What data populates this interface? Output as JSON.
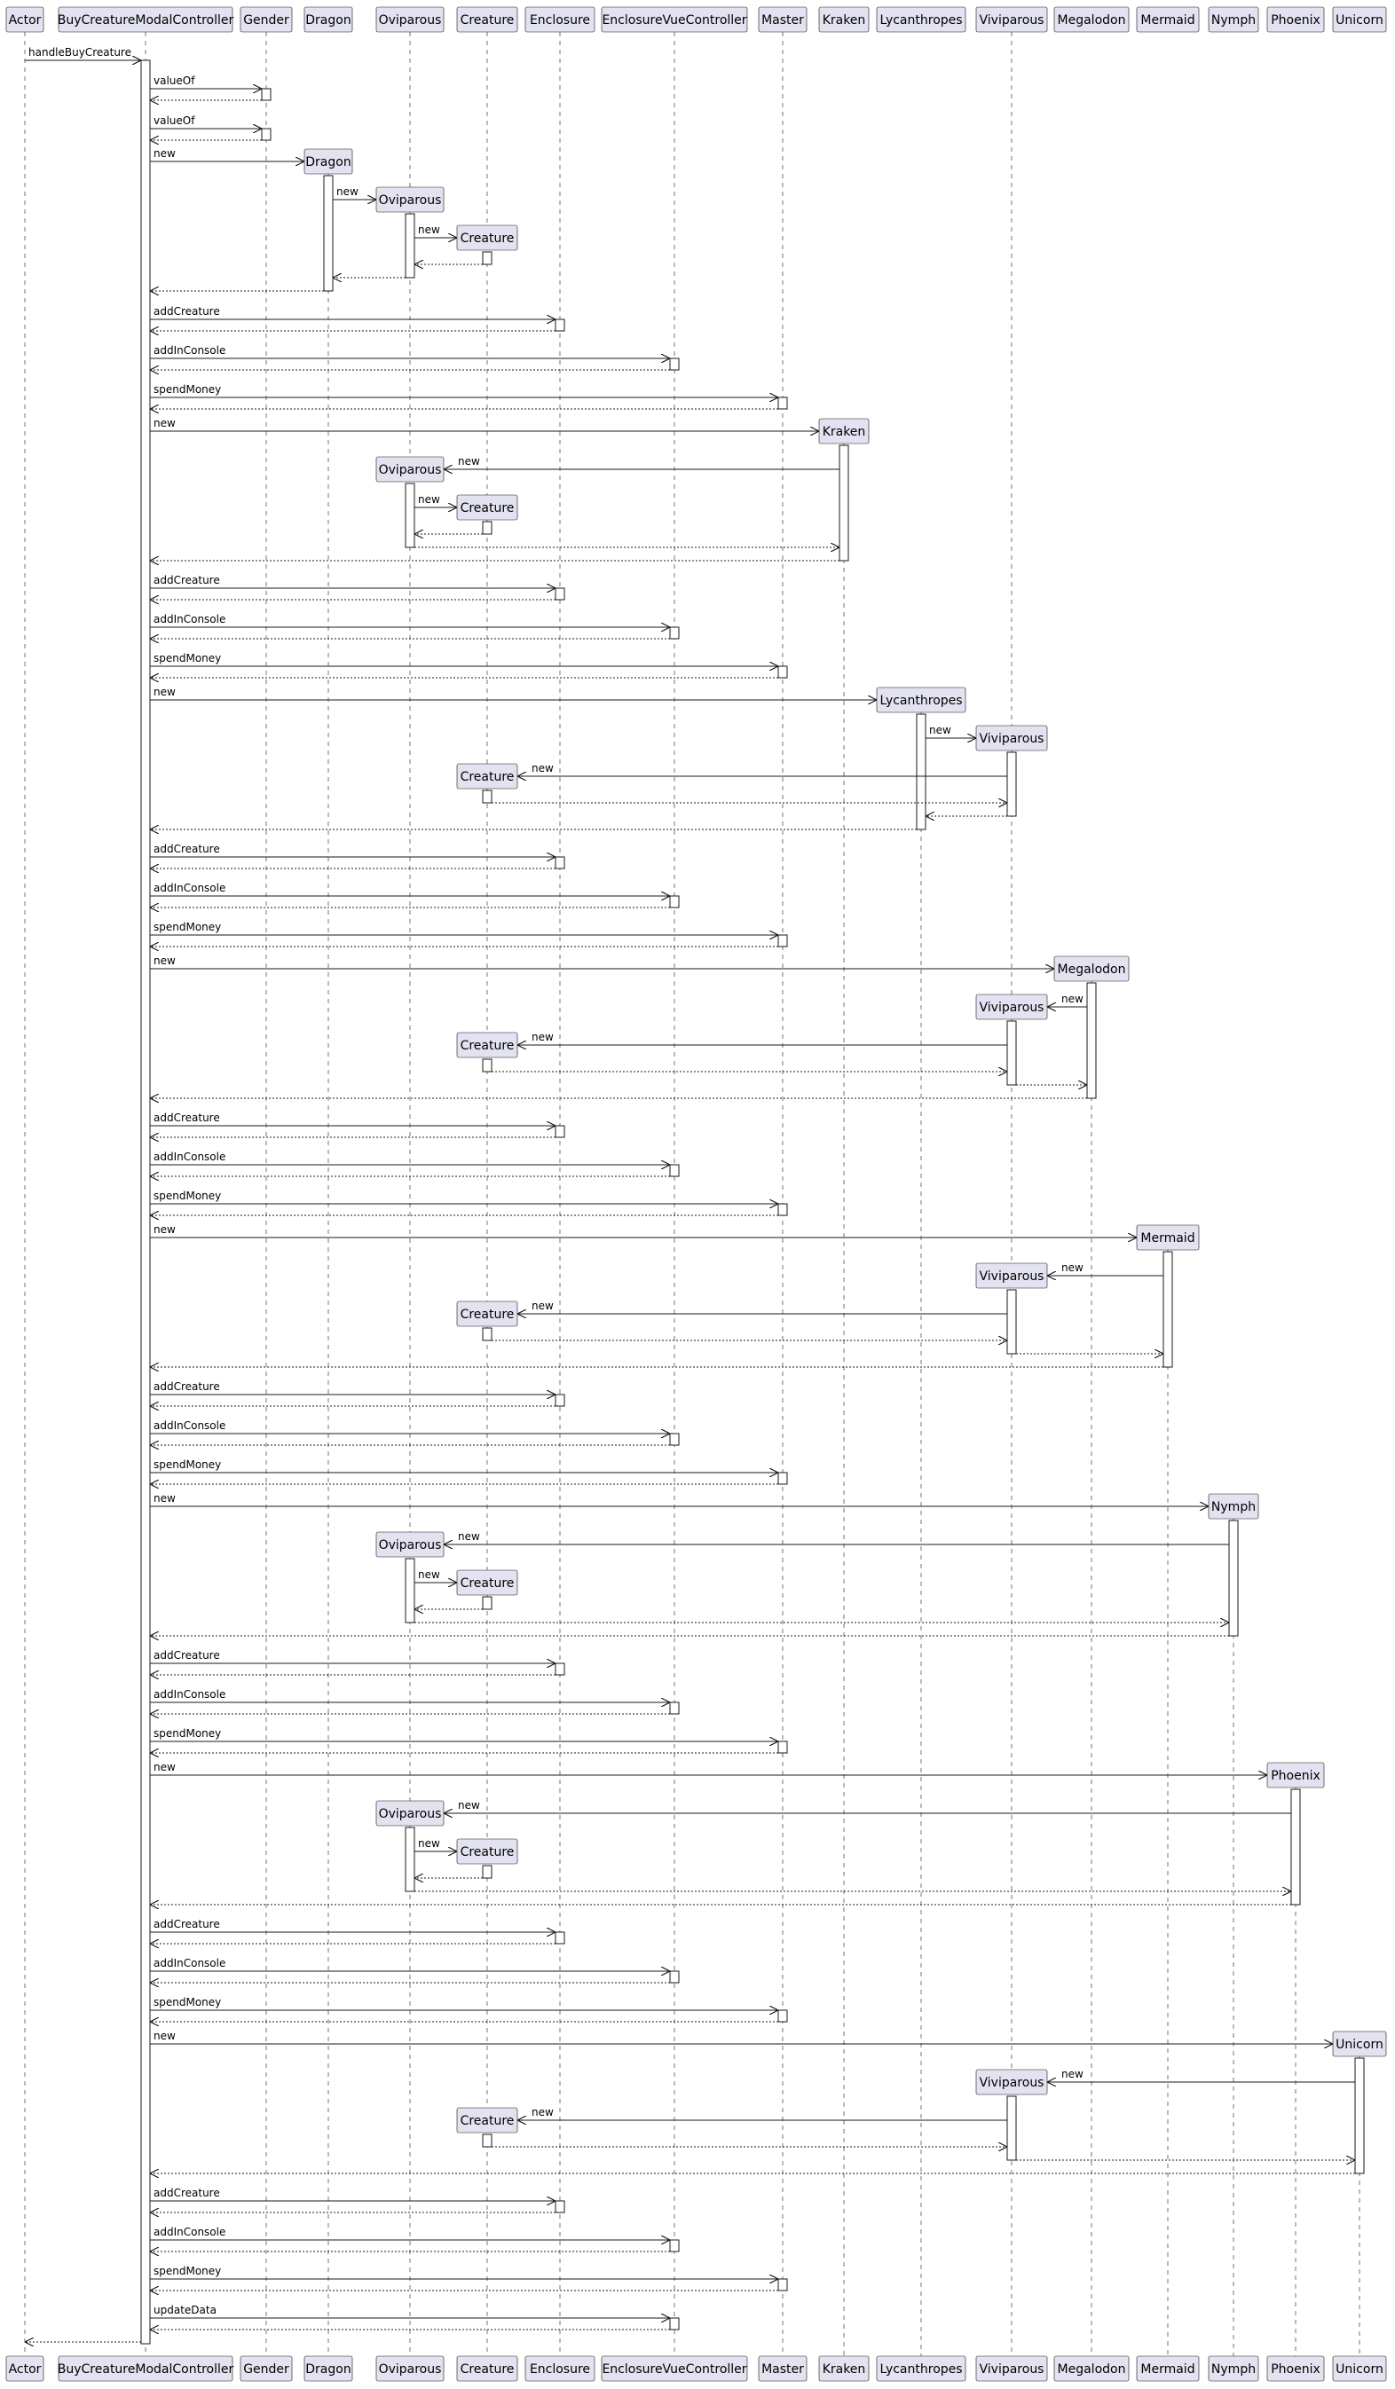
{
  "participants": [
    {
      "id": "Actor",
      "label": "Actor"
    },
    {
      "id": "BuyCreatureModalController",
      "label": "BuyCreatureModalController"
    },
    {
      "id": "Gender",
      "label": "Gender"
    },
    {
      "id": "Dragon",
      "label": "Dragon"
    },
    {
      "id": "Oviparous",
      "label": "Oviparous"
    },
    {
      "id": "Creature",
      "label": "Creature"
    },
    {
      "id": "Enclosure",
      "label": "Enclosure"
    },
    {
      "id": "EnclosureVueController",
      "label": "EnclosureVueController"
    },
    {
      "id": "Master",
      "label": "Master"
    },
    {
      "id": "Kraken",
      "label": "Kraken"
    },
    {
      "id": "Lycanthropes",
      "label": "Lycanthropes"
    },
    {
      "id": "Viviparous",
      "label": "Viviparous"
    },
    {
      "id": "Megalodon",
      "label": "Megalodon"
    },
    {
      "id": "Mermaid",
      "label": "Mermaid"
    },
    {
      "id": "Nymph",
      "label": "Nymph"
    },
    {
      "id": "Phoenix",
      "label": "Phoenix"
    },
    {
      "id": "Unicorn",
      "label": "Unicorn"
    }
  ],
  "messages": [
    {
      "from": "Actor",
      "to": "BuyCreatureModalController",
      "label": "handleBuyCreature",
      "kind": "call"
    },
    {
      "from": "BuyCreatureModalController",
      "to": "Gender",
      "label": "valueOf",
      "kind": "call"
    },
    {
      "from": "Gender",
      "to": "BuyCreatureModalController",
      "label": "",
      "kind": "return"
    },
    {
      "from": "BuyCreatureModalController",
      "to": "Gender",
      "label": "valueOf",
      "kind": "call"
    },
    {
      "from": "Gender",
      "to": "BuyCreatureModalController",
      "label": "",
      "kind": "return"
    },
    {
      "from": "BuyCreatureModalController",
      "to": "Dragon",
      "label": "new",
      "kind": "create"
    },
    {
      "from": "Dragon",
      "to": "Oviparous",
      "label": "new",
      "kind": "create"
    },
    {
      "from": "Oviparous",
      "to": "Creature",
      "label": "new",
      "kind": "create"
    },
    {
      "from": "Creature",
      "to": "Oviparous",
      "label": "",
      "kind": "return"
    },
    {
      "from": "Oviparous",
      "to": "Dragon",
      "label": "",
      "kind": "return"
    },
    {
      "from": "Dragon",
      "to": "BuyCreatureModalController",
      "label": "",
      "kind": "return"
    },
    {
      "from": "BuyCreatureModalController",
      "to": "Enclosure",
      "label": "addCreature",
      "kind": "call"
    },
    {
      "from": "Enclosure",
      "to": "BuyCreatureModalController",
      "label": "",
      "kind": "return"
    },
    {
      "from": "BuyCreatureModalController",
      "to": "EnclosureVueController",
      "label": "addInConsole",
      "kind": "call"
    },
    {
      "from": "EnclosureVueController",
      "to": "BuyCreatureModalController",
      "label": "",
      "kind": "return"
    },
    {
      "from": "BuyCreatureModalController",
      "to": "Master",
      "label": "spendMoney",
      "kind": "call"
    },
    {
      "from": "Master",
      "to": "BuyCreatureModalController",
      "label": "",
      "kind": "return"
    },
    {
      "from": "BuyCreatureModalController",
      "to": "Kraken",
      "label": "new",
      "kind": "create"
    },
    {
      "from": "Kraken",
      "to": "Oviparous",
      "label": "new",
      "kind": "create"
    },
    {
      "from": "Oviparous",
      "to": "Creature",
      "label": "new",
      "kind": "create"
    },
    {
      "from": "Creature",
      "to": "Oviparous",
      "label": "",
      "kind": "return"
    },
    {
      "from": "Oviparous",
      "to": "Kraken",
      "label": "",
      "kind": "return"
    },
    {
      "from": "Kraken",
      "to": "BuyCreatureModalController",
      "label": "",
      "kind": "return"
    },
    {
      "from": "BuyCreatureModalController",
      "to": "Enclosure",
      "label": "addCreature",
      "kind": "call"
    },
    {
      "from": "Enclosure",
      "to": "BuyCreatureModalController",
      "label": "",
      "kind": "return"
    },
    {
      "from": "BuyCreatureModalController",
      "to": "EnclosureVueController",
      "label": "addInConsole",
      "kind": "call"
    },
    {
      "from": "EnclosureVueController",
      "to": "BuyCreatureModalController",
      "label": "",
      "kind": "return"
    },
    {
      "from": "BuyCreatureModalController",
      "to": "Master",
      "label": "spendMoney",
      "kind": "call"
    },
    {
      "from": "Master",
      "to": "BuyCreatureModalController",
      "label": "",
      "kind": "return"
    },
    {
      "from": "BuyCreatureModalController",
      "to": "Lycanthropes",
      "label": "new",
      "kind": "create"
    },
    {
      "from": "Lycanthropes",
      "to": "Viviparous",
      "label": "new",
      "kind": "create"
    },
    {
      "from": "Viviparous",
      "to": "Creature",
      "label": "new",
      "kind": "create"
    },
    {
      "from": "Creature",
      "to": "Viviparous",
      "label": "",
      "kind": "return"
    },
    {
      "from": "Viviparous",
      "to": "Lycanthropes",
      "label": "",
      "kind": "return"
    },
    {
      "from": "Lycanthropes",
      "to": "BuyCreatureModalController",
      "label": "",
      "kind": "return"
    },
    {
      "from": "BuyCreatureModalController",
      "to": "Enclosure",
      "label": "addCreature",
      "kind": "call"
    },
    {
      "from": "Enclosure",
      "to": "BuyCreatureModalController",
      "label": "",
      "kind": "return"
    },
    {
      "from": "BuyCreatureModalController",
      "to": "EnclosureVueController",
      "label": "addInConsole",
      "kind": "call"
    },
    {
      "from": "EnclosureVueController",
      "to": "BuyCreatureModalController",
      "label": "",
      "kind": "return"
    },
    {
      "from": "BuyCreatureModalController",
      "to": "Master",
      "label": "spendMoney",
      "kind": "call"
    },
    {
      "from": "Master",
      "to": "BuyCreatureModalController",
      "label": "",
      "kind": "return"
    },
    {
      "from": "BuyCreatureModalController",
      "to": "Megalodon",
      "label": "new",
      "kind": "create"
    },
    {
      "from": "Megalodon",
      "to": "Viviparous",
      "label": "new",
      "kind": "create"
    },
    {
      "from": "Viviparous",
      "to": "Creature",
      "label": "new",
      "kind": "create"
    },
    {
      "from": "Creature",
      "to": "Viviparous",
      "label": "",
      "kind": "return"
    },
    {
      "from": "Viviparous",
      "to": "Megalodon",
      "label": "",
      "kind": "return"
    },
    {
      "from": "Megalodon",
      "to": "BuyCreatureModalController",
      "label": "",
      "kind": "return"
    },
    {
      "from": "BuyCreatureModalController",
      "to": "Enclosure",
      "label": "addCreature",
      "kind": "call"
    },
    {
      "from": "Enclosure",
      "to": "BuyCreatureModalController",
      "label": "",
      "kind": "return"
    },
    {
      "from": "BuyCreatureModalController",
      "to": "EnclosureVueController",
      "label": "addInConsole",
      "kind": "call"
    },
    {
      "from": "EnclosureVueController",
      "to": "BuyCreatureModalController",
      "label": "",
      "kind": "return"
    },
    {
      "from": "BuyCreatureModalController",
      "to": "Master",
      "label": "spendMoney",
      "kind": "call"
    },
    {
      "from": "Master",
      "to": "BuyCreatureModalController",
      "label": "",
      "kind": "return"
    },
    {
      "from": "BuyCreatureModalController",
      "to": "Mermaid",
      "label": "new",
      "kind": "create"
    },
    {
      "from": "Mermaid",
      "to": "Viviparous",
      "label": "new",
      "kind": "create"
    },
    {
      "from": "Viviparous",
      "to": "Creature",
      "label": "new",
      "kind": "create"
    },
    {
      "from": "Creature",
      "to": "Viviparous",
      "label": "",
      "kind": "return"
    },
    {
      "from": "Viviparous",
      "to": "Mermaid",
      "label": "",
      "kind": "return"
    },
    {
      "from": "Mermaid",
      "to": "BuyCreatureModalController",
      "label": "",
      "kind": "return"
    },
    {
      "from": "BuyCreatureModalController",
      "to": "Enclosure",
      "label": "addCreature",
      "kind": "call"
    },
    {
      "from": "Enclosure",
      "to": "BuyCreatureModalController",
      "label": "",
      "kind": "return"
    },
    {
      "from": "BuyCreatureModalController",
      "to": "EnclosureVueController",
      "label": "addInConsole",
      "kind": "call"
    },
    {
      "from": "EnclosureVueController",
      "to": "BuyCreatureModalController",
      "label": "",
      "kind": "return"
    },
    {
      "from": "BuyCreatureModalController",
      "to": "Master",
      "label": "spendMoney",
      "kind": "call"
    },
    {
      "from": "Master",
      "to": "BuyCreatureModalController",
      "label": "",
      "kind": "return"
    },
    {
      "from": "BuyCreatureModalController",
      "to": "Nymph",
      "label": "new",
      "kind": "create"
    },
    {
      "from": "Nymph",
      "to": "Oviparous",
      "label": "new",
      "kind": "create"
    },
    {
      "from": "Oviparous",
      "to": "Creature",
      "label": "new",
      "kind": "create"
    },
    {
      "from": "Creature",
      "to": "Oviparous",
      "label": "",
      "kind": "return"
    },
    {
      "from": "Oviparous",
      "to": "Nymph",
      "label": "",
      "kind": "return"
    },
    {
      "from": "Nymph",
      "to": "BuyCreatureModalController",
      "label": "",
      "kind": "return"
    },
    {
      "from": "BuyCreatureModalController",
      "to": "Enclosure",
      "label": "addCreature",
      "kind": "call"
    },
    {
      "from": "Enclosure",
      "to": "BuyCreatureModalController",
      "label": "",
      "kind": "return"
    },
    {
      "from": "BuyCreatureModalController",
      "to": "EnclosureVueController",
      "label": "addInConsole",
      "kind": "call"
    },
    {
      "from": "EnclosureVueController",
      "to": "BuyCreatureModalController",
      "label": "",
      "kind": "return"
    },
    {
      "from": "BuyCreatureModalController",
      "to": "Master",
      "label": "spendMoney",
      "kind": "call"
    },
    {
      "from": "Master",
      "to": "BuyCreatureModalController",
      "label": "",
      "kind": "return"
    },
    {
      "from": "BuyCreatureModalController",
      "to": "Phoenix",
      "label": "new",
      "kind": "create"
    },
    {
      "from": "Phoenix",
      "to": "Oviparous",
      "label": "new",
      "kind": "create"
    },
    {
      "from": "Oviparous",
      "to": "Creature",
      "label": "new",
      "kind": "create"
    },
    {
      "from": "Creature",
      "to": "Oviparous",
      "label": "",
      "kind": "return"
    },
    {
      "from": "Oviparous",
      "to": "Phoenix",
      "label": "",
      "kind": "return"
    },
    {
      "from": "Phoenix",
      "to": "BuyCreatureModalController",
      "label": "",
      "kind": "return"
    },
    {
      "from": "BuyCreatureModalController",
      "to": "Enclosure",
      "label": "addCreature",
      "kind": "call"
    },
    {
      "from": "Enclosure",
      "to": "BuyCreatureModalController",
      "label": "",
      "kind": "return"
    },
    {
      "from": "BuyCreatureModalController",
      "to": "EnclosureVueController",
      "label": "addInConsole",
      "kind": "call"
    },
    {
      "from": "EnclosureVueController",
      "to": "BuyCreatureModalController",
      "label": "",
      "kind": "return"
    },
    {
      "from": "BuyCreatureModalController",
      "to": "Master",
      "label": "spendMoney",
      "kind": "call"
    },
    {
      "from": "Master",
      "to": "BuyCreatureModalController",
      "label": "",
      "kind": "return"
    },
    {
      "from": "BuyCreatureModalController",
      "to": "Unicorn",
      "label": "new",
      "kind": "create"
    },
    {
      "from": "Unicorn",
      "to": "Viviparous",
      "label": "new",
      "kind": "create"
    },
    {
      "from": "Viviparous",
      "to": "Creature",
      "label": "new",
      "kind": "create"
    },
    {
      "from": "Creature",
      "to": "Viviparous",
      "label": "",
      "kind": "return"
    },
    {
      "from": "Viviparous",
      "to": "Unicorn",
      "label": "",
      "kind": "return"
    },
    {
      "from": "Unicorn",
      "to": "BuyCreatureModalController",
      "label": "",
      "kind": "return"
    },
    {
      "from": "BuyCreatureModalController",
      "to": "Enclosure",
      "label": "addCreature",
      "kind": "call"
    },
    {
      "from": "Enclosure",
      "to": "BuyCreatureModalController",
      "label": "",
      "kind": "return"
    },
    {
      "from": "BuyCreatureModalController",
      "to": "EnclosureVueController",
      "label": "addInConsole",
      "kind": "call"
    },
    {
      "from": "EnclosureVueController",
      "to": "BuyCreatureModalController",
      "label": "",
      "kind": "return"
    },
    {
      "from": "BuyCreatureModalController",
      "to": "Master",
      "label": "spendMoney",
      "kind": "call"
    },
    {
      "from": "Master",
      "to": "BuyCreatureModalController",
      "label": "",
      "kind": "return"
    },
    {
      "from": "BuyCreatureModalController",
      "to": "EnclosureVueController",
      "label": "updateData",
      "kind": "call"
    },
    {
      "from": "EnclosureVueController",
      "to": "BuyCreatureModalController",
      "label": "",
      "kind": "return"
    },
    {
      "from": "BuyCreatureModalController",
      "to": "Actor",
      "label": "",
      "kind": "return"
    }
  ]
}
